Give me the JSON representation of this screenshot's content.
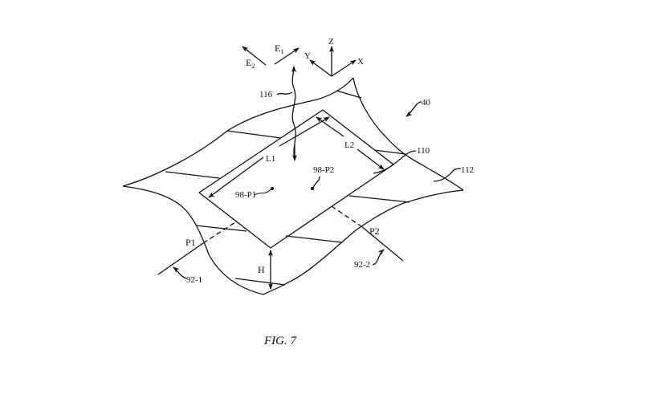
{
  "figure": {
    "caption": "FIG. 7",
    "labels": {
      "e1": "E",
      "e1_sub": "1",
      "e2": "E",
      "e2_sub": "2",
      "x": "X",
      "y": "Y",
      "z": "Z",
      "ref_116": "116",
      "ref_40": "40",
      "ref_110": "110",
      "ref_112": "112",
      "l1": "L1",
      "l2": "L2",
      "p98_p1": "98-P1",
      "p98_p2": "98-P2",
      "p1": "P1",
      "p2": "P2",
      "h": "H",
      "ref_92_1": "92-1",
      "ref_92_2": "92-2"
    }
  }
}
